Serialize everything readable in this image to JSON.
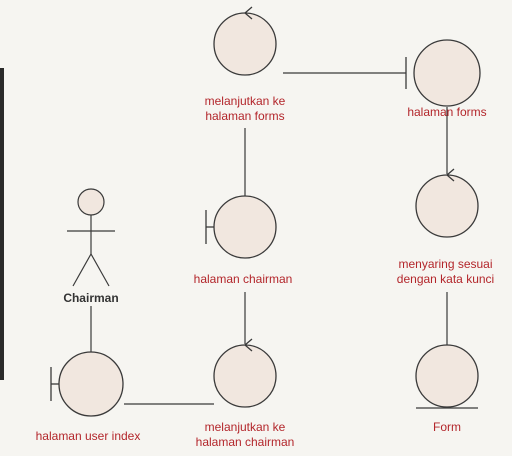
{
  "diagram": {
    "actor": {
      "label": "Chairman"
    },
    "nodes": {
      "melanjutkan_forms": {
        "type": "control",
        "label": "melanjutkan ke\nhalaman forms"
      },
      "halaman_forms": {
        "type": "boundary",
        "label": "halaman forms"
      },
      "menyaring": {
        "type": "control",
        "label": "menyaring sesuai\ndengan kata kunci"
      },
      "halaman_chairman": {
        "type": "boundary",
        "label": "halaman chairman"
      },
      "melanjutkan_chairman": {
        "type": "control",
        "label": "melanjutkan ke\nhalaman chairman"
      },
      "halaman_user_index": {
        "type": "boundary",
        "label": "halaman user index"
      },
      "form": {
        "type": "entity",
        "label": "Form"
      }
    },
    "colors": {
      "fill": "#f1e7df",
      "stroke": "#3a3a3a",
      "label": "#b3262b"
    }
  }
}
